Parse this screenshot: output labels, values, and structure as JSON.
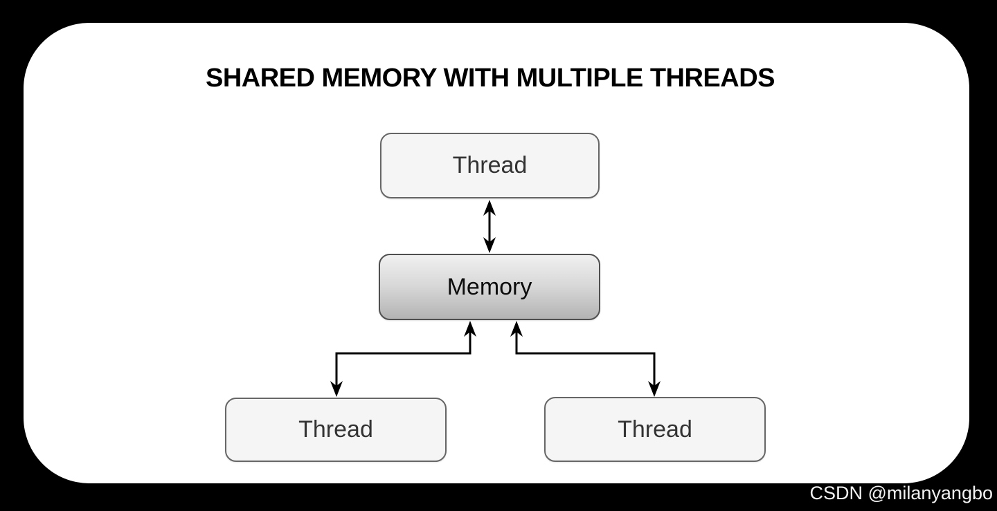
{
  "title": "SHARED MEMORY WITH MULTIPLE THREADS",
  "nodes": {
    "thread_top": {
      "label": "Thread"
    },
    "memory": {
      "label": "Memory"
    },
    "thread_left": {
      "label": "Thread"
    },
    "thread_right": {
      "label": "Thread"
    }
  },
  "edges": [
    {
      "from": "thread_top",
      "to": "memory",
      "type": "bidirectional",
      "shape": "straight-vertical"
    },
    {
      "from": "thread_left",
      "to": "memory",
      "type": "bidirectional",
      "shape": "elbow"
    },
    {
      "from": "thread_right",
      "to": "memory",
      "type": "bidirectional",
      "shape": "elbow"
    }
  ],
  "watermark": "CSDN @milanyangbo",
  "colors": {
    "background": "#000000",
    "panel": "#ffffff",
    "node_fill": "#f5f5f5",
    "node_border": "#666666",
    "memory_gradient_top": "#f0f0f0",
    "memory_gradient_bottom": "#b3b3b3",
    "edge": "#000000",
    "title_text": "#000000",
    "node_text": "#333333",
    "watermark_text": "#f2f2f2"
  }
}
